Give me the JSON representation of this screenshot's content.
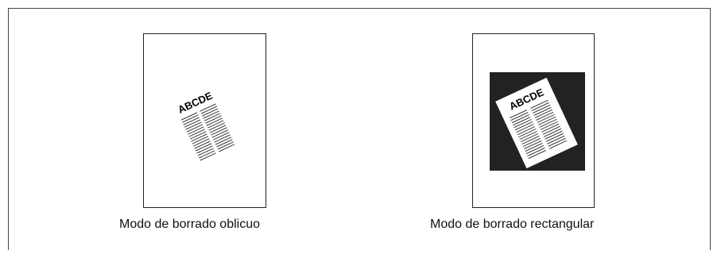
{
  "figures": [
    {
      "id": "oblique",
      "doc_text": "ABCDE",
      "caption": "Modo de borrado oblicuo",
      "erased_background": "#ffffff"
    },
    {
      "id": "rectangular",
      "doc_text": "ABCDE",
      "caption": "Modo de borrado rectangular",
      "erased_background": "#222222"
    }
  ],
  "colors": {
    "line": "#222222",
    "page": "#ffffff",
    "erase_fill": "#222222"
  }
}
